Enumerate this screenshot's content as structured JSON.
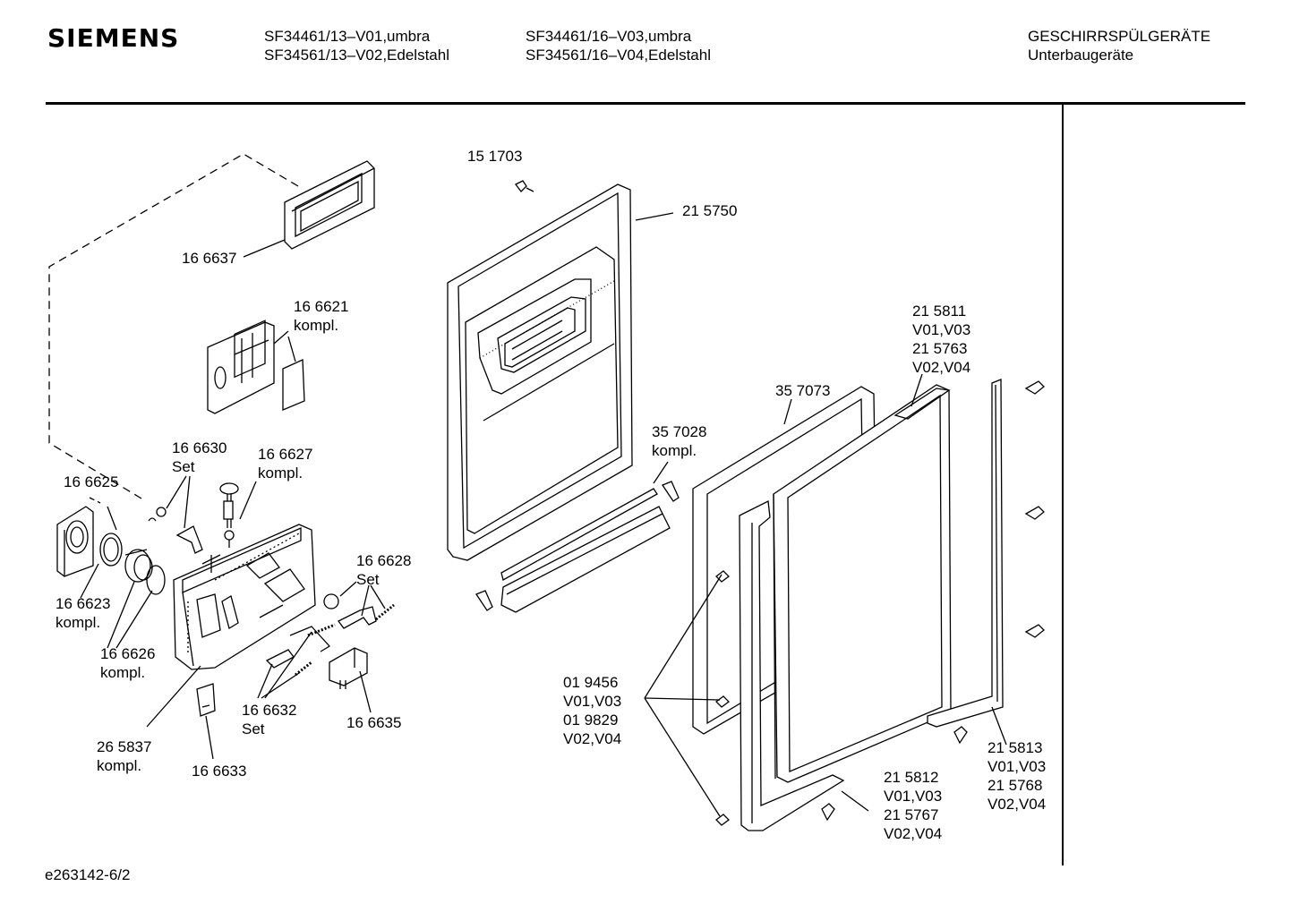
{
  "header": {
    "brand": "SIEMENS",
    "models_col1": [
      "SF34461/13–V01,umbra",
      "SF34561/13–V02,Edelstahl"
    ],
    "models_col2": [
      "SF34461/16–V03,umbra",
      "SF34561/16–V04,Edelstahl"
    ],
    "category": [
      "GESCHIRRSPÜLGERÄTE",
      "Unterbaugeräte"
    ]
  },
  "footer": {
    "drawing_id": "e263142-6/2"
  },
  "parts": [
    {
      "id": "p166637",
      "lines": [
        "16 6637"
      ]
    },
    {
      "id": "p166621",
      "lines": [
        "16 6621",
        "kompl."
      ]
    },
    {
      "id": "p166630",
      "lines": [
        "16 6630",
        "Set"
      ]
    },
    {
      "id": "p166627",
      "lines": [
        "16 6627",
        "kompl."
      ]
    },
    {
      "id": "p166625",
      "lines": [
        "16 6625"
      ]
    },
    {
      "id": "p166628",
      "lines": [
        "16 6628",
        "Set"
      ]
    },
    {
      "id": "p166623",
      "lines": [
        "16 6623",
        "kompl."
      ]
    },
    {
      "id": "p166626",
      "lines": [
        "16 6626",
        "kompl."
      ]
    },
    {
      "id": "p166632",
      "lines": [
        "16 6632",
        "Set"
      ]
    },
    {
      "id": "p166635",
      "lines": [
        "16 6635"
      ]
    },
    {
      "id": "p265837",
      "lines": [
        "26 5837",
        "kompl."
      ]
    },
    {
      "id": "p166633",
      "lines": [
        "16 6633"
      ]
    },
    {
      "id": "p151703",
      "lines": [
        "15 1703"
      ]
    },
    {
      "id": "p215750",
      "lines": [
        "21 5750"
      ]
    },
    {
      "id": "p357028",
      "lines": [
        "35 7028",
        "kompl."
      ]
    },
    {
      "id": "p357073",
      "lines": [
        "35 7073"
      ]
    },
    {
      "id": "p215811",
      "lines": [
        "21 5811",
        "V01,V03",
        "21 5763",
        "V02,V04"
      ]
    },
    {
      "id": "p019456",
      "lines": [
        "01 9456",
        "V01,V03",
        "01 9829",
        "V02,V04"
      ]
    },
    {
      "id": "p215812",
      "lines": [
        "21 5812",
        "V01,V03",
        "21 5767",
        "V02,V04"
      ]
    },
    {
      "id": "p215813",
      "lines": [
        "21 5813",
        "V01,V03",
        "21 5768",
        "V02,V04"
      ]
    }
  ]
}
